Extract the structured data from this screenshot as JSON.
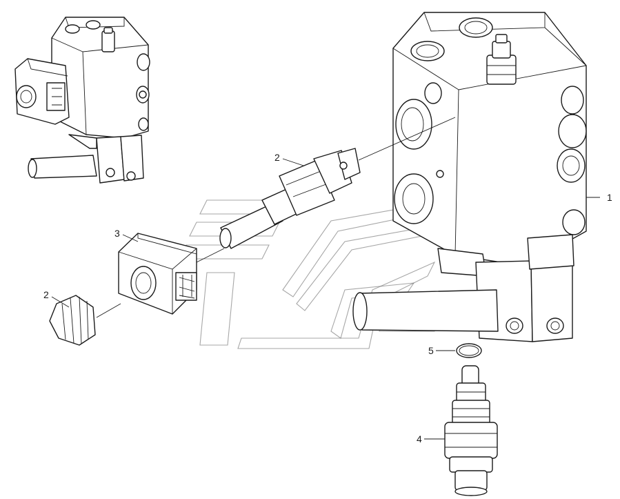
{
  "callouts": [
    {
      "id": "c1",
      "label": "1"
    },
    {
      "id": "c2a",
      "label": "2"
    },
    {
      "id": "c2b",
      "label": "2"
    },
    {
      "id": "c3",
      "label": "3"
    },
    {
      "id": "c4",
      "label": "4"
    },
    {
      "id": "c5",
      "label": "5"
    }
  ],
  "colors": {
    "ink": "#1a1a1a",
    "watermark": "#6b6b6b",
    "background": "#ffffff"
  }
}
